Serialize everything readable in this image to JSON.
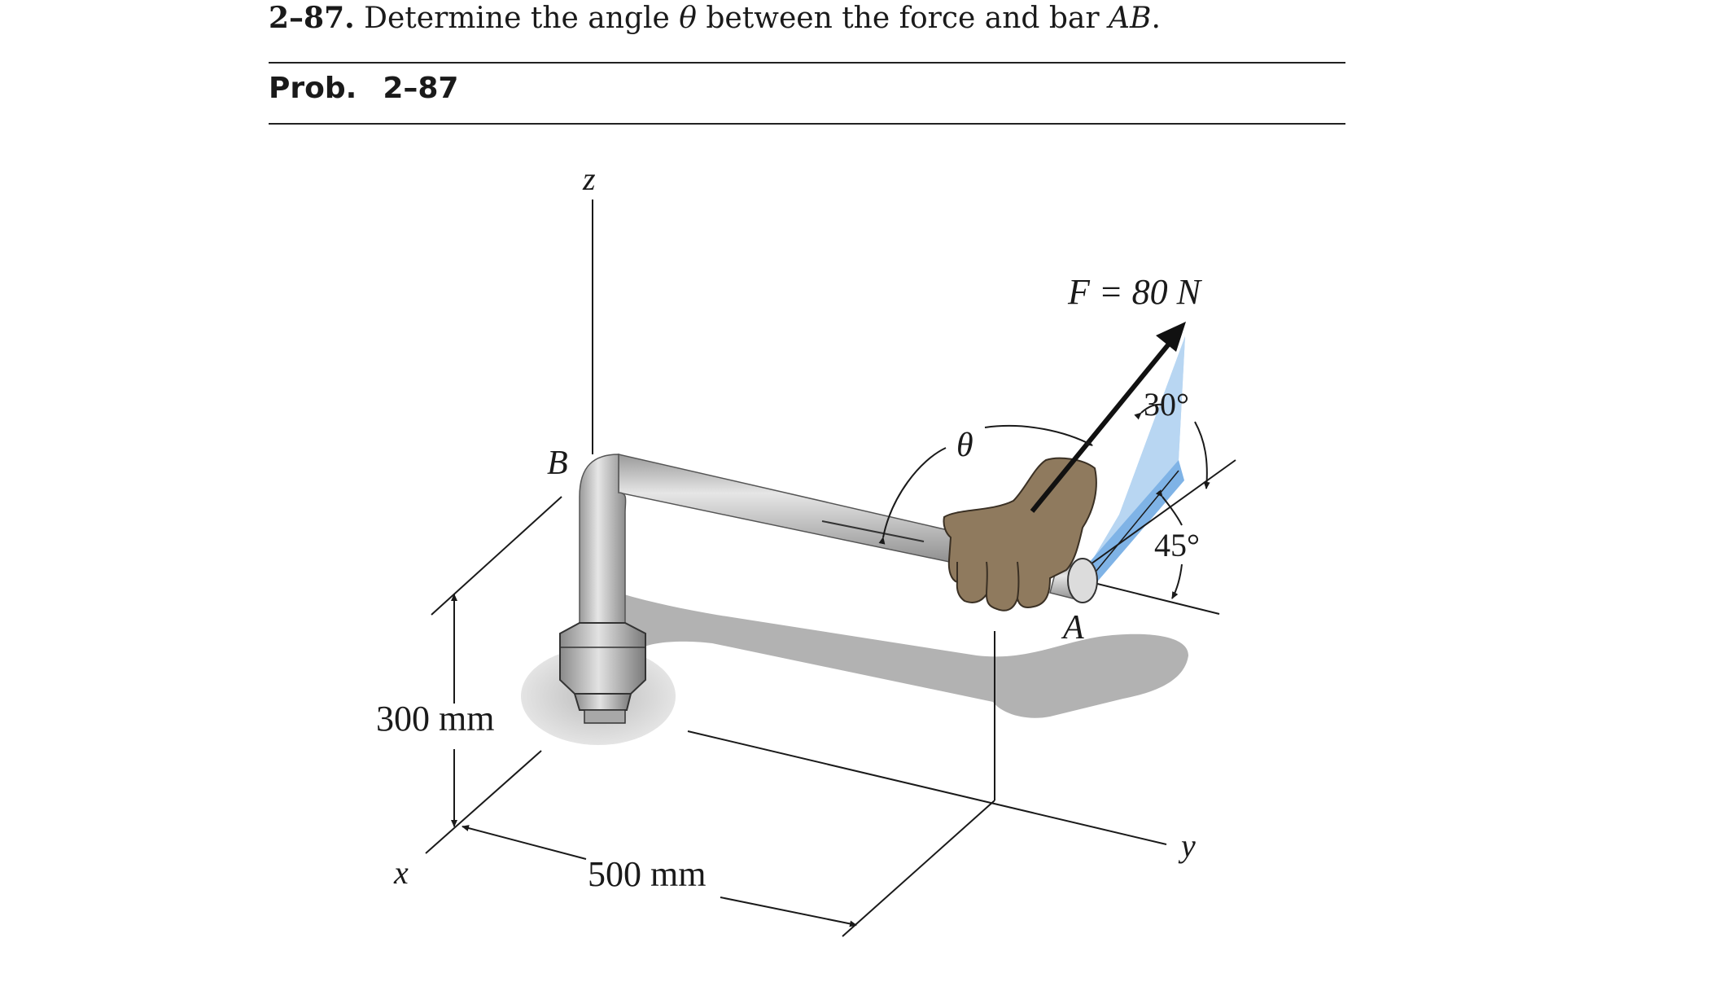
{
  "problem": {
    "number": "2–87.",
    "text_before": " Determine the angle ",
    "theta_symbol": "θ",
    "text_after": " between the force and bar ",
    "bar_name": "AB",
    "text_end": "."
  },
  "caption": {
    "prefix": "Prob.",
    "number": "2–87"
  },
  "figure": {
    "axis_z": "z",
    "axis_x": "x",
    "axis_y": "y",
    "point_b": "B",
    "point_a": "A",
    "force_label": "F = 80 N",
    "angle_theta": "θ",
    "angle_30": "30°",
    "angle_45": "45°",
    "dim_height": "300 mm",
    "dim_length": "500 mm"
  },
  "colors": {
    "plane_light": "#b8d6f2",
    "plane_dark": "#7fb3e6",
    "glove": "#8f7a5e",
    "bar": "#c4c4c4",
    "shadow": "#b5b5b5"
  }
}
